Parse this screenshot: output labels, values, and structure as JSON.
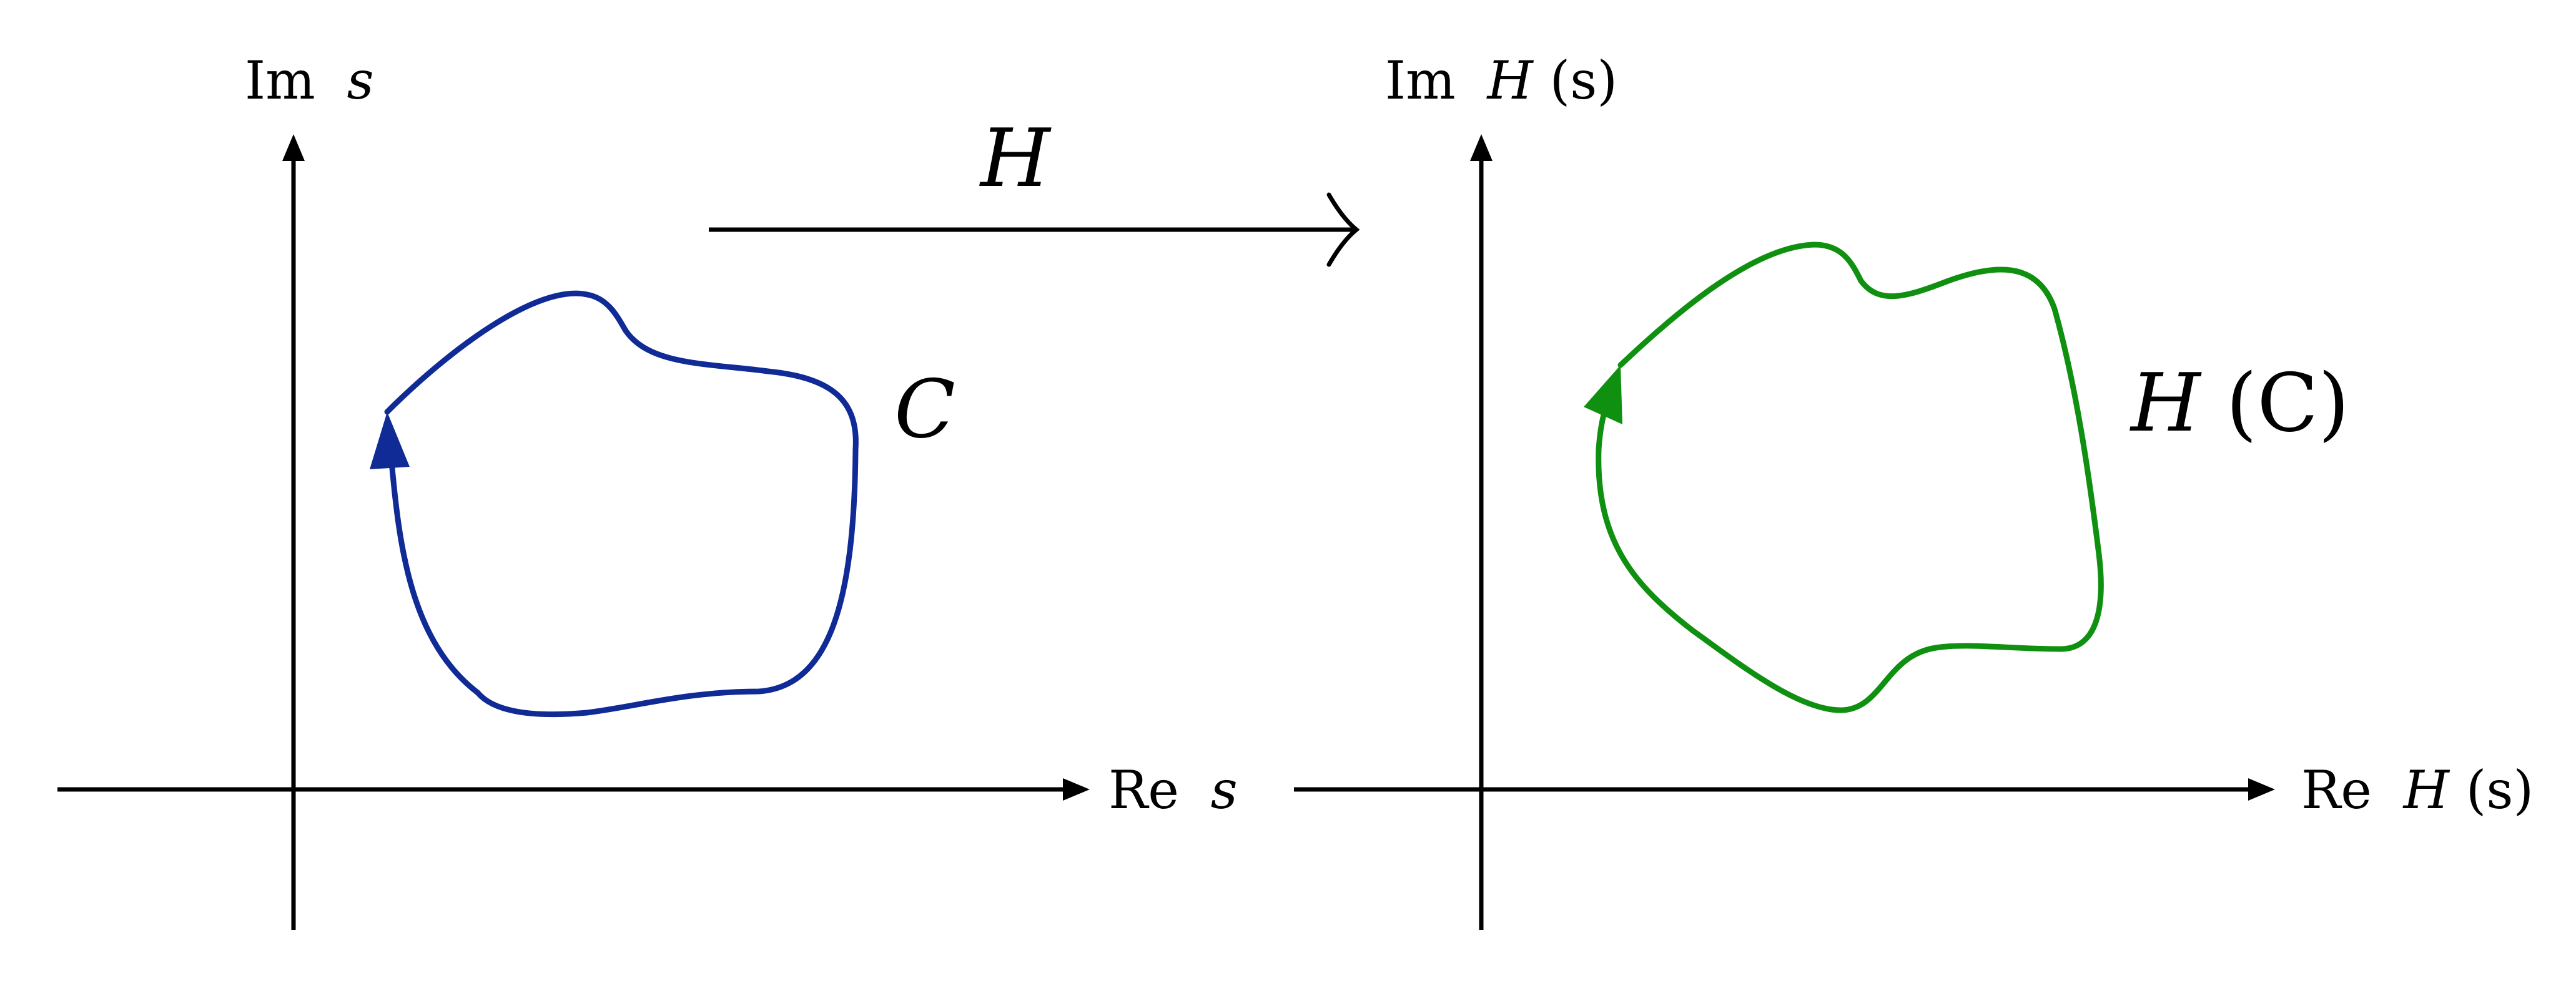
{
  "colors": {
    "axes": "#000000",
    "contour_c": "#102a96",
    "contour_hc": "#109010"
  },
  "left_plane": {
    "y_axis": {
      "prefix": "Im",
      "variable": "s"
    },
    "x_axis": {
      "prefix": "Re",
      "variable": "s"
    },
    "contour_label": "C"
  },
  "mapping": {
    "label": "H"
  },
  "right_plane": {
    "y_axis": {
      "prefix": "Im",
      "variable": "H",
      "argument": "(s)"
    },
    "x_axis": {
      "prefix": "Re",
      "variable": "H",
      "argument": "(s)"
    },
    "contour_label": {
      "function": "H",
      "argument": "(C)"
    }
  }
}
